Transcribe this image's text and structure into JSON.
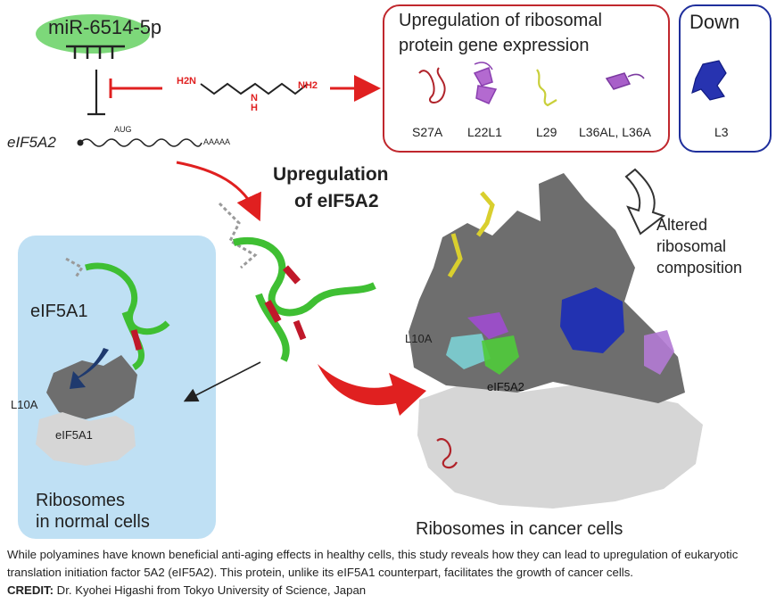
{
  "labels": {
    "mirna": "miR-6514-5p",
    "eif5a2_gene": "eIF5A2",
    "aug": "AUG",
    "polya": "AAAAA",
    "upreg_ribo_title_l1": "Upregulation of ribosomal",
    "upreg_ribo_title_l2": "protein gene expression",
    "down_title": "Down",
    "proteins": [
      "S27A",
      "L22L1",
      "L29",
      "L36AL, L36A"
    ],
    "down_protein": "L3",
    "upreg_eif_l1": "Upregulation",
    "upreg_eif_l2": "of eIF5A2",
    "altered_l1": "Altered",
    "altered_l2": "ribosomal",
    "altered_l3": "composition",
    "eif5a1": "eIF5A1",
    "l10a_normal": "L10A",
    "eif5a1_small": "eIF5A1",
    "normal_l1": "Ribosomes",
    "normal_l2": "in normal cells",
    "l10a_cancer": "L10A",
    "eif5a2_cancer": "eIF5A2",
    "cancer_title": "Ribosomes in cancer cells"
  },
  "spermidine": {
    "left": "H2N",
    "nh": "N",
    "h": "H",
    "right": "NH2"
  },
  "caption": {
    "text": "While polyamines have known beneficial anti-aging effects in healthy cells, this study reveals how they can lead to upregulation of eukaryotic translation initiation factor 5A2 (eIF5A2). This protein, unlike its eIF5A1 counterpart, facilitates the growth of cancer cells.",
    "credit_label": "CREDIT:",
    "credit_text": " Dr. Kyohei Higashi from Tokyo University of Science, Japan"
  },
  "colors": {
    "red_box": "#c0272d",
    "blue_box": "#1f2f9c",
    "arrow_red": "#e02020",
    "normal_bg": "#bfe0f4",
    "ribo_dark": "#6e6e6e",
    "ribo_light": "#d6d6d6",
    "mirna_oval": "#7dd87a"
  }
}
